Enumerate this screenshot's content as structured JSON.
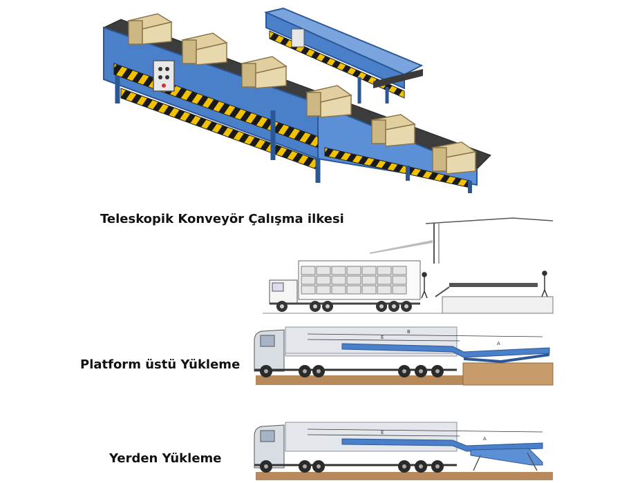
{
  "labels": {
    "principle": "Teleskopik Konveyör Çalışma ilkesi",
    "platform": "Platform üstü Yükleme",
    "ground": "Yerden Yükleme"
  },
  "diagram_marks": {
    "dim_a": "A",
    "dim_b": "B",
    "dim_e": "E"
  },
  "colors": {
    "conveyor_blue": "#4a7fc9",
    "conveyor_dark": "#2c5796",
    "box_tan": "#e2cfa0",
    "hazard_yellow": "#f2c200",
    "ground_brown": "#b8895a",
    "truck_gray": "#c9ced6"
  }
}
